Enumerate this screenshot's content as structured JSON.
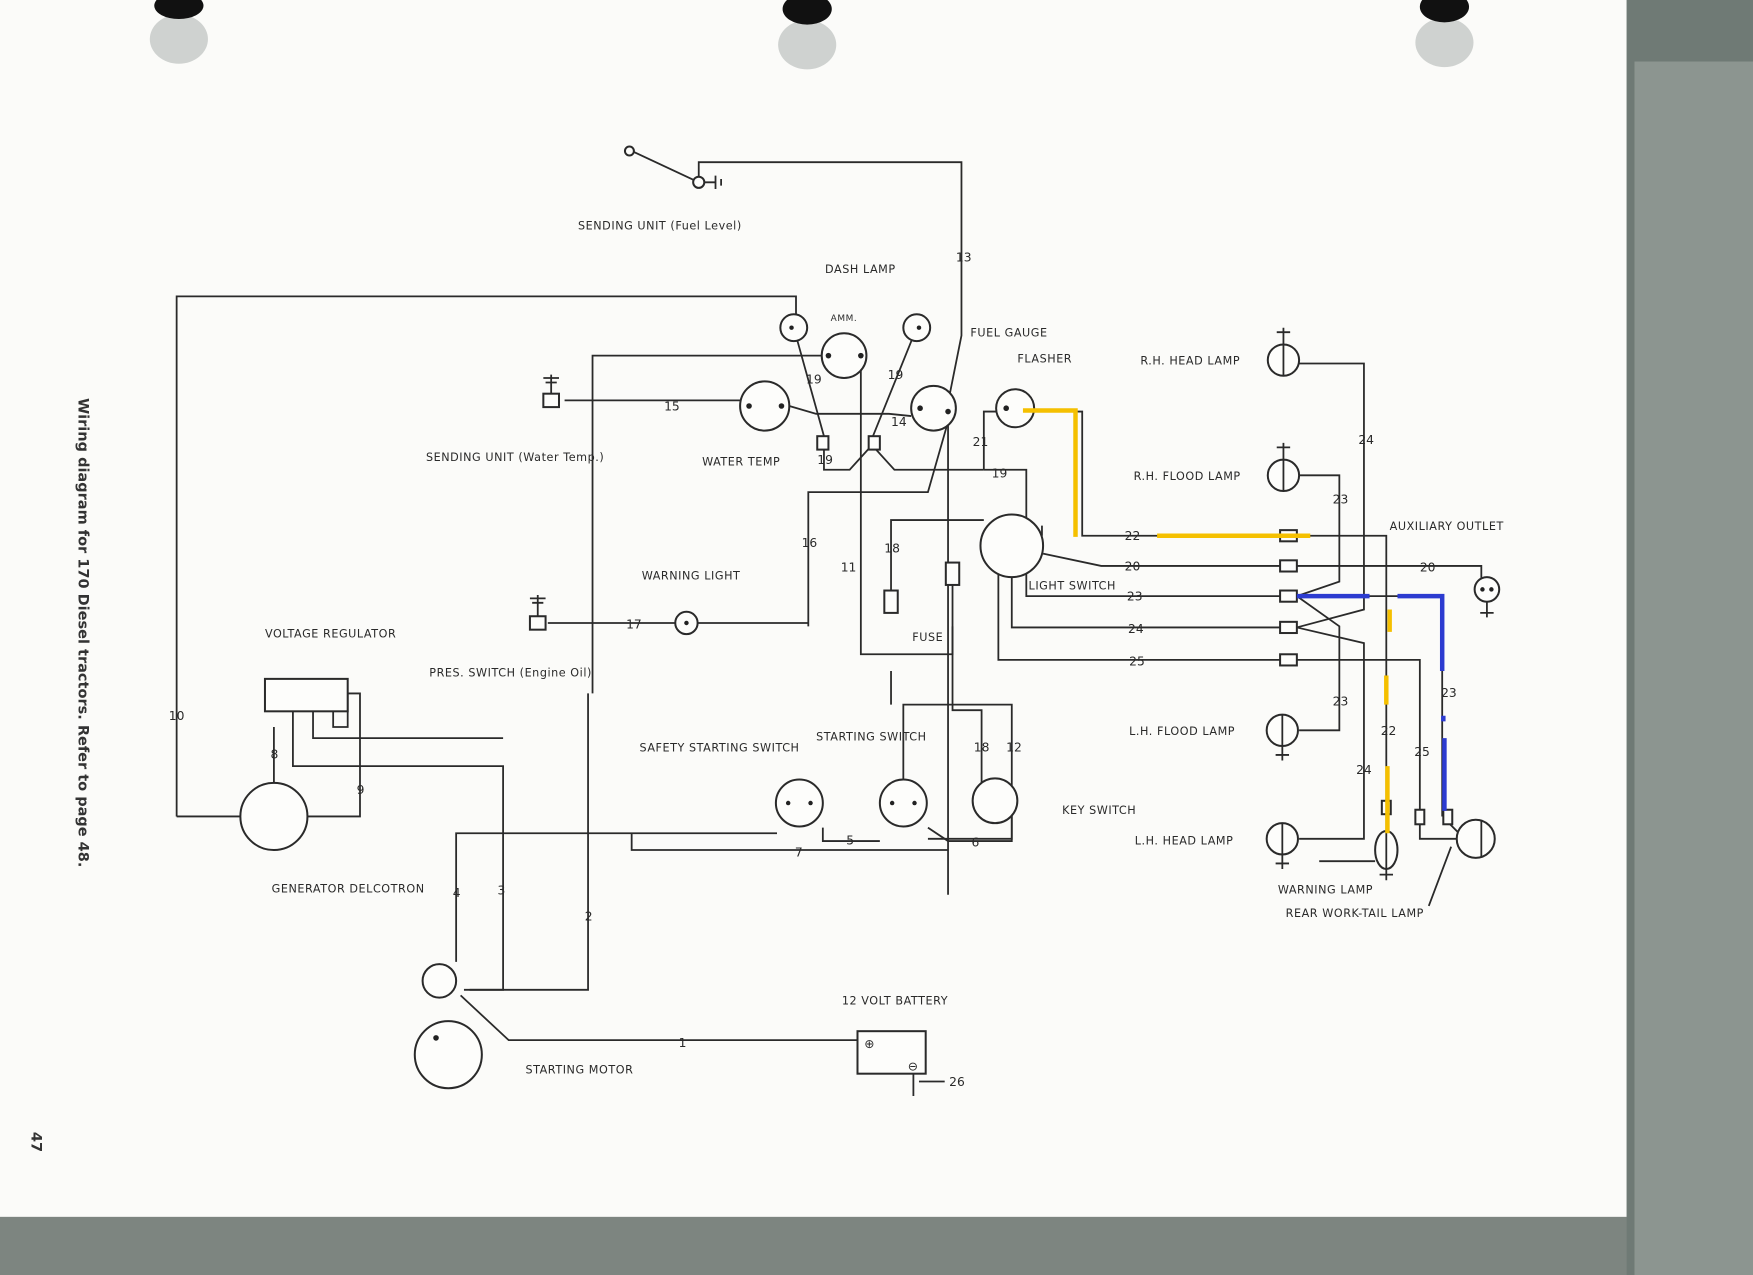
{
  "caption": "Wiring diagram for 170 Diesel tractors. Refer to page 48.",
  "page_number": "47",
  "components": {
    "sending_unit_fuel": "SENDING UNIT (Fuel Level)",
    "dash_lamp": "DASH LAMP",
    "ammeter": "AMM.",
    "fuel_gauge": "FUEL GAUGE",
    "flasher": "FLASHER",
    "sending_unit_water": "SENDING UNIT (Water Temp.)",
    "water_temp": "WATER TEMP",
    "warning_light": "WARNING LIGHT",
    "voltage_regulator": "VOLTAGE REGULATOR",
    "pres_switch": "PRES. SWITCH (Engine Oil)",
    "generator": "GENERATOR DELCOTRON",
    "light_switch": "LIGHT SWITCH",
    "fuse": "FUSE",
    "safety_starting_switch": "SAFETY STARTING SWITCH",
    "starting_switch": "STARTING SWITCH",
    "key_switch": "KEY SWITCH",
    "starting_motor": "STARTING MOTOR",
    "battery": "12 VOLT BATTERY",
    "rh_head_lamp": "R.H. HEAD LAMP",
    "rh_flood_lamp": "R.H. FLOOD LAMP",
    "auxiliary_outlet": "AUXILIARY OUTLET",
    "lh_flood_lamp": "L.H. FLOOD LAMP",
    "lh_head_lamp": "L.H. HEAD LAMP",
    "warning_lamp": "WARNING LAMP",
    "rear_work_tail_lamp": "REAR WORK-TAIL LAMP"
  },
  "wire_numbers": [
    "13",
    "19",
    "19",
    "15",
    "14",
    "19",
    "21",
    "19",
    "16",
    "11",
    "18",
    "17",
    "10",
    "8",
    "9",
    "5",
    "7",
    "6",
    "4",
    "3",
    "2",
    "1",
    "26",
    "18",
    "12",
    "22",
    "20",
    "23",
    "24",
    "25",
    "24",
    "23",
    "20",
    "23",
    "22",
    "25",
    "24",
    "23"
  ],
  "highlight_colors": {
    "yellow": "#f5c000",
    "blue": "#2c3bd0"
  }
}
